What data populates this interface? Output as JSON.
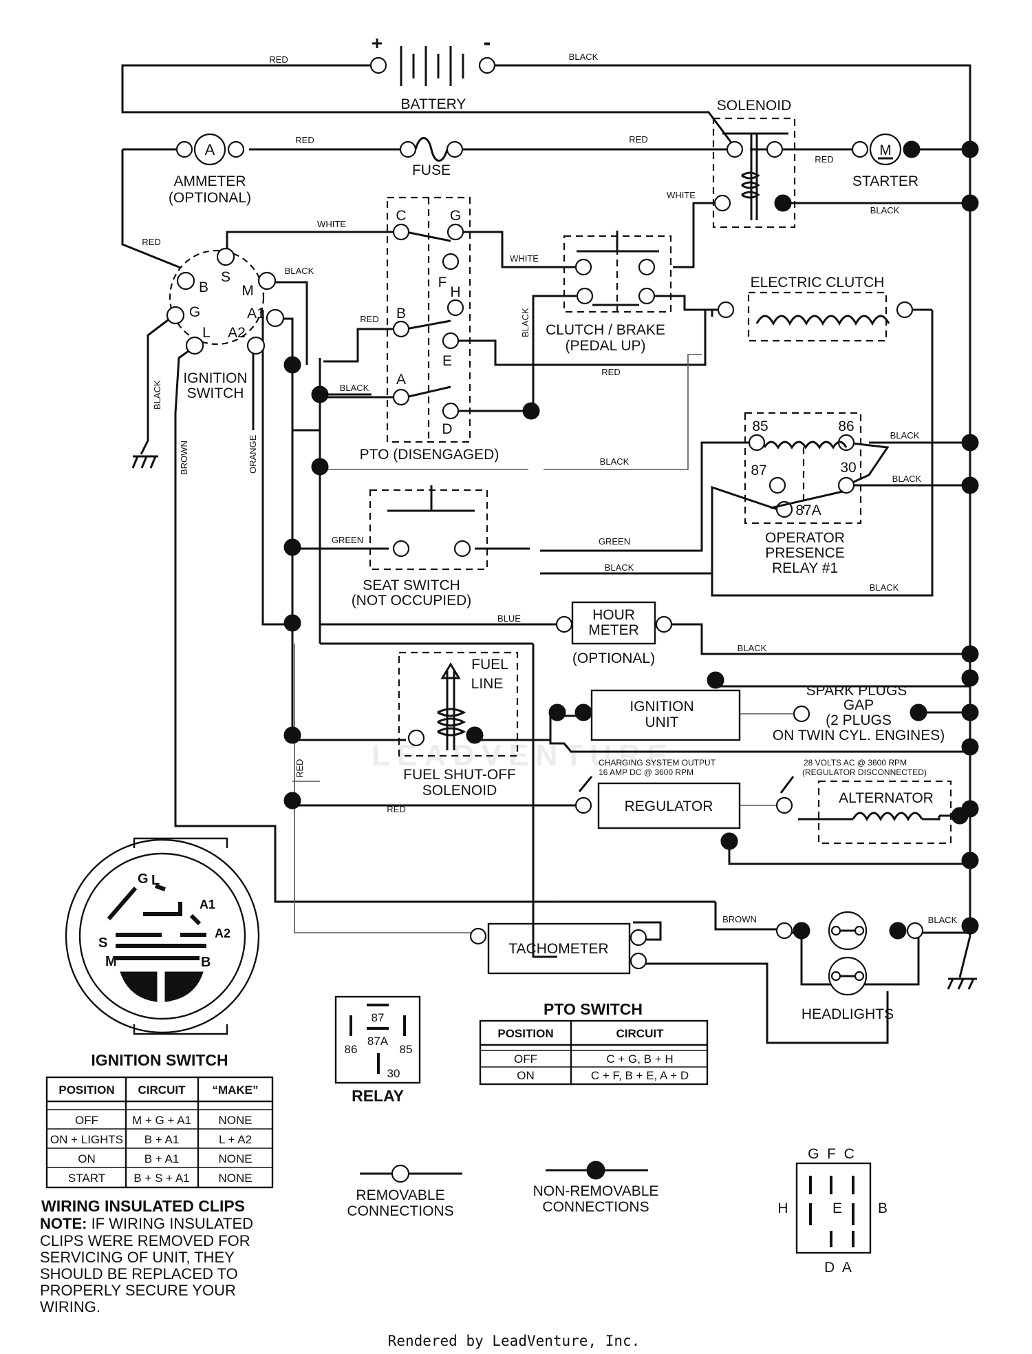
{
  "components": {
    "battery": "BATTERY",
    "battery_plus": "+",
    "battery_minus": "-",
    "solenoid": "SOLENOID",
    "ammeter": "AMMETER",
    "ammeter_note": "(OPTIONAL)",
    "ammeter_symbol": "A",
    "fuse": "FUSE",
    "starter": "STARTER",
    "starter_symbol": "M",
    "ignition_switch": "IGNITION",
    "ignition_switch_2": "SWITCH",
    "pto": "PTO (DISENGAGED)",
    "clutch_brake": "CLUTCH / BRAKE",
    "clutch_brake_2": "(PEDAL UP)",
    "electric_clutch": "ELECTRIC CLUTCH",
    "operator_relay": "OPERATOR",
    "operator_relay_2": "PRESENCE",
    "operator_relay_3": "RELAY #1",
    "seat_switch": "SEAT SWITCH",
    "seat_switch_2": "(NOT OCCUPIED)",
    "hour_meter": "HOUR",
    "hour_meter_2": "METER",
    "hour_meter_note": "(OPTIONAL)",
    "fuel_line": "FUEL",
    "fuel_line_2": "LINE",
    "fuel_solenoid": "FUEL SHUT-OFF",
    "fuel_solenoid_2": "SOLENOID",
    "ignition_unit": "IGNITION",
    "ignition_unit_2": "UNIT",
    "spark_plugs": "SPARK PLUGS",
    "spark_plugs_2": "GAP",
    "spark_plugs_3": "(2 PLUGS",
    "spark_plugs_4": "ON TWIN CYL. ENGINES)",
    "charging": "CHARGING SYSTEM OUTPUT",
    "charging_2": "16 AMP DC @ 3600 RPM",
    "ac_output": "28 VOLTS AC @ 3600 RPM",
    "ac_output_2": "(REGULATOR DISCONNECTED)",
    "regulator": "REGULATOR",
    "alternator": "ALTERNATOR",
    "tachometer": "TACHOMETER",
    "headlights": "HEADLIGHTS"
  },
  "wire_colors": {
    "red": "RED",
    "black": "BLACK",
    "white": "WHITE",
    "green": "GREEN",
    "blue": "BLUE",
    "brown": "BROWN",
    "orange": "ORANGE"
  },
  "terminals": {
    "ignition": [
      "B",
      "S",
      "M",
      "G",
      "A1",
      "L",
      "A2"
    ],
    "pto": [
      "C",
      "G",
      "F",
      "H",
      "B",
      "E",
      "A",
      "D"
    ],
    "relay": [
      "85",
      "86",
      "87",
      "30",
      "87A"
    ]
  },
  "ignition_table": {
    "title": "IGNITION SWITCH",
    "headers": [
      "POSITION",
      "CIRCUIT",
      "“MAKE”"
    ],
    "rows": [
      [
        "OFF",
        "M + G + A1",
        "NONE"
      ],
      [
        "ON + LIGHTS",
        "B + A1",
        "L + A2"
      ],
      [
        "ON",
        "B + A1",
        "NONE"
      ],
      [
        "START",
        "B + S + A1",
        "NONE"
      ]
    ]
  },
  "pto_table": {
    "title": "PTO SWITCH",
    "headers": [
      "POSITION",
      "CIRCUIT"
    ],
    "rows": [
      [
        "OFF",
        "C + G, B + H"
      ],
      [
        "ON",
        "C + F, B + E, A + D"
      ]
    ]
  },
  "relay_legend": {
    "title": "RELAY",
    "pins": [
      "87",
      "87A",
      "86",
      "85",
      "30"
    ]
  },
  "connection_legend": {
    "removable": "REMOVABLE",
    "removable_2": "CONNECTIONS",
    "non_removable": "NON-REMOVABLE",
    "non_removable_2": "CONNECTIONS"
  },
  "pto_connector": {
    "top": "G  F  C",
    "left": "H",
    "center": "E",
    "right": "B",
    "bottom": "D  A"
  },
  "note": {
    "title": "WIRING INSULATED CLIPS",
    "bold": "NOTE:",
    "lines": [
      " IF WIRING INSULATED",
      "CLIPS WERE REMOVED FOR",
      "SERVICING OF UNIT, THEY",
      "SHOULD BE REPLACED TO",
      "PROPERLY SECURE YOUR",
      "WIRING."
    ]
  },
  "watermark": "LEADVENTURE",
  "footer": "Rendered by LeadVenture, Inc."
}
